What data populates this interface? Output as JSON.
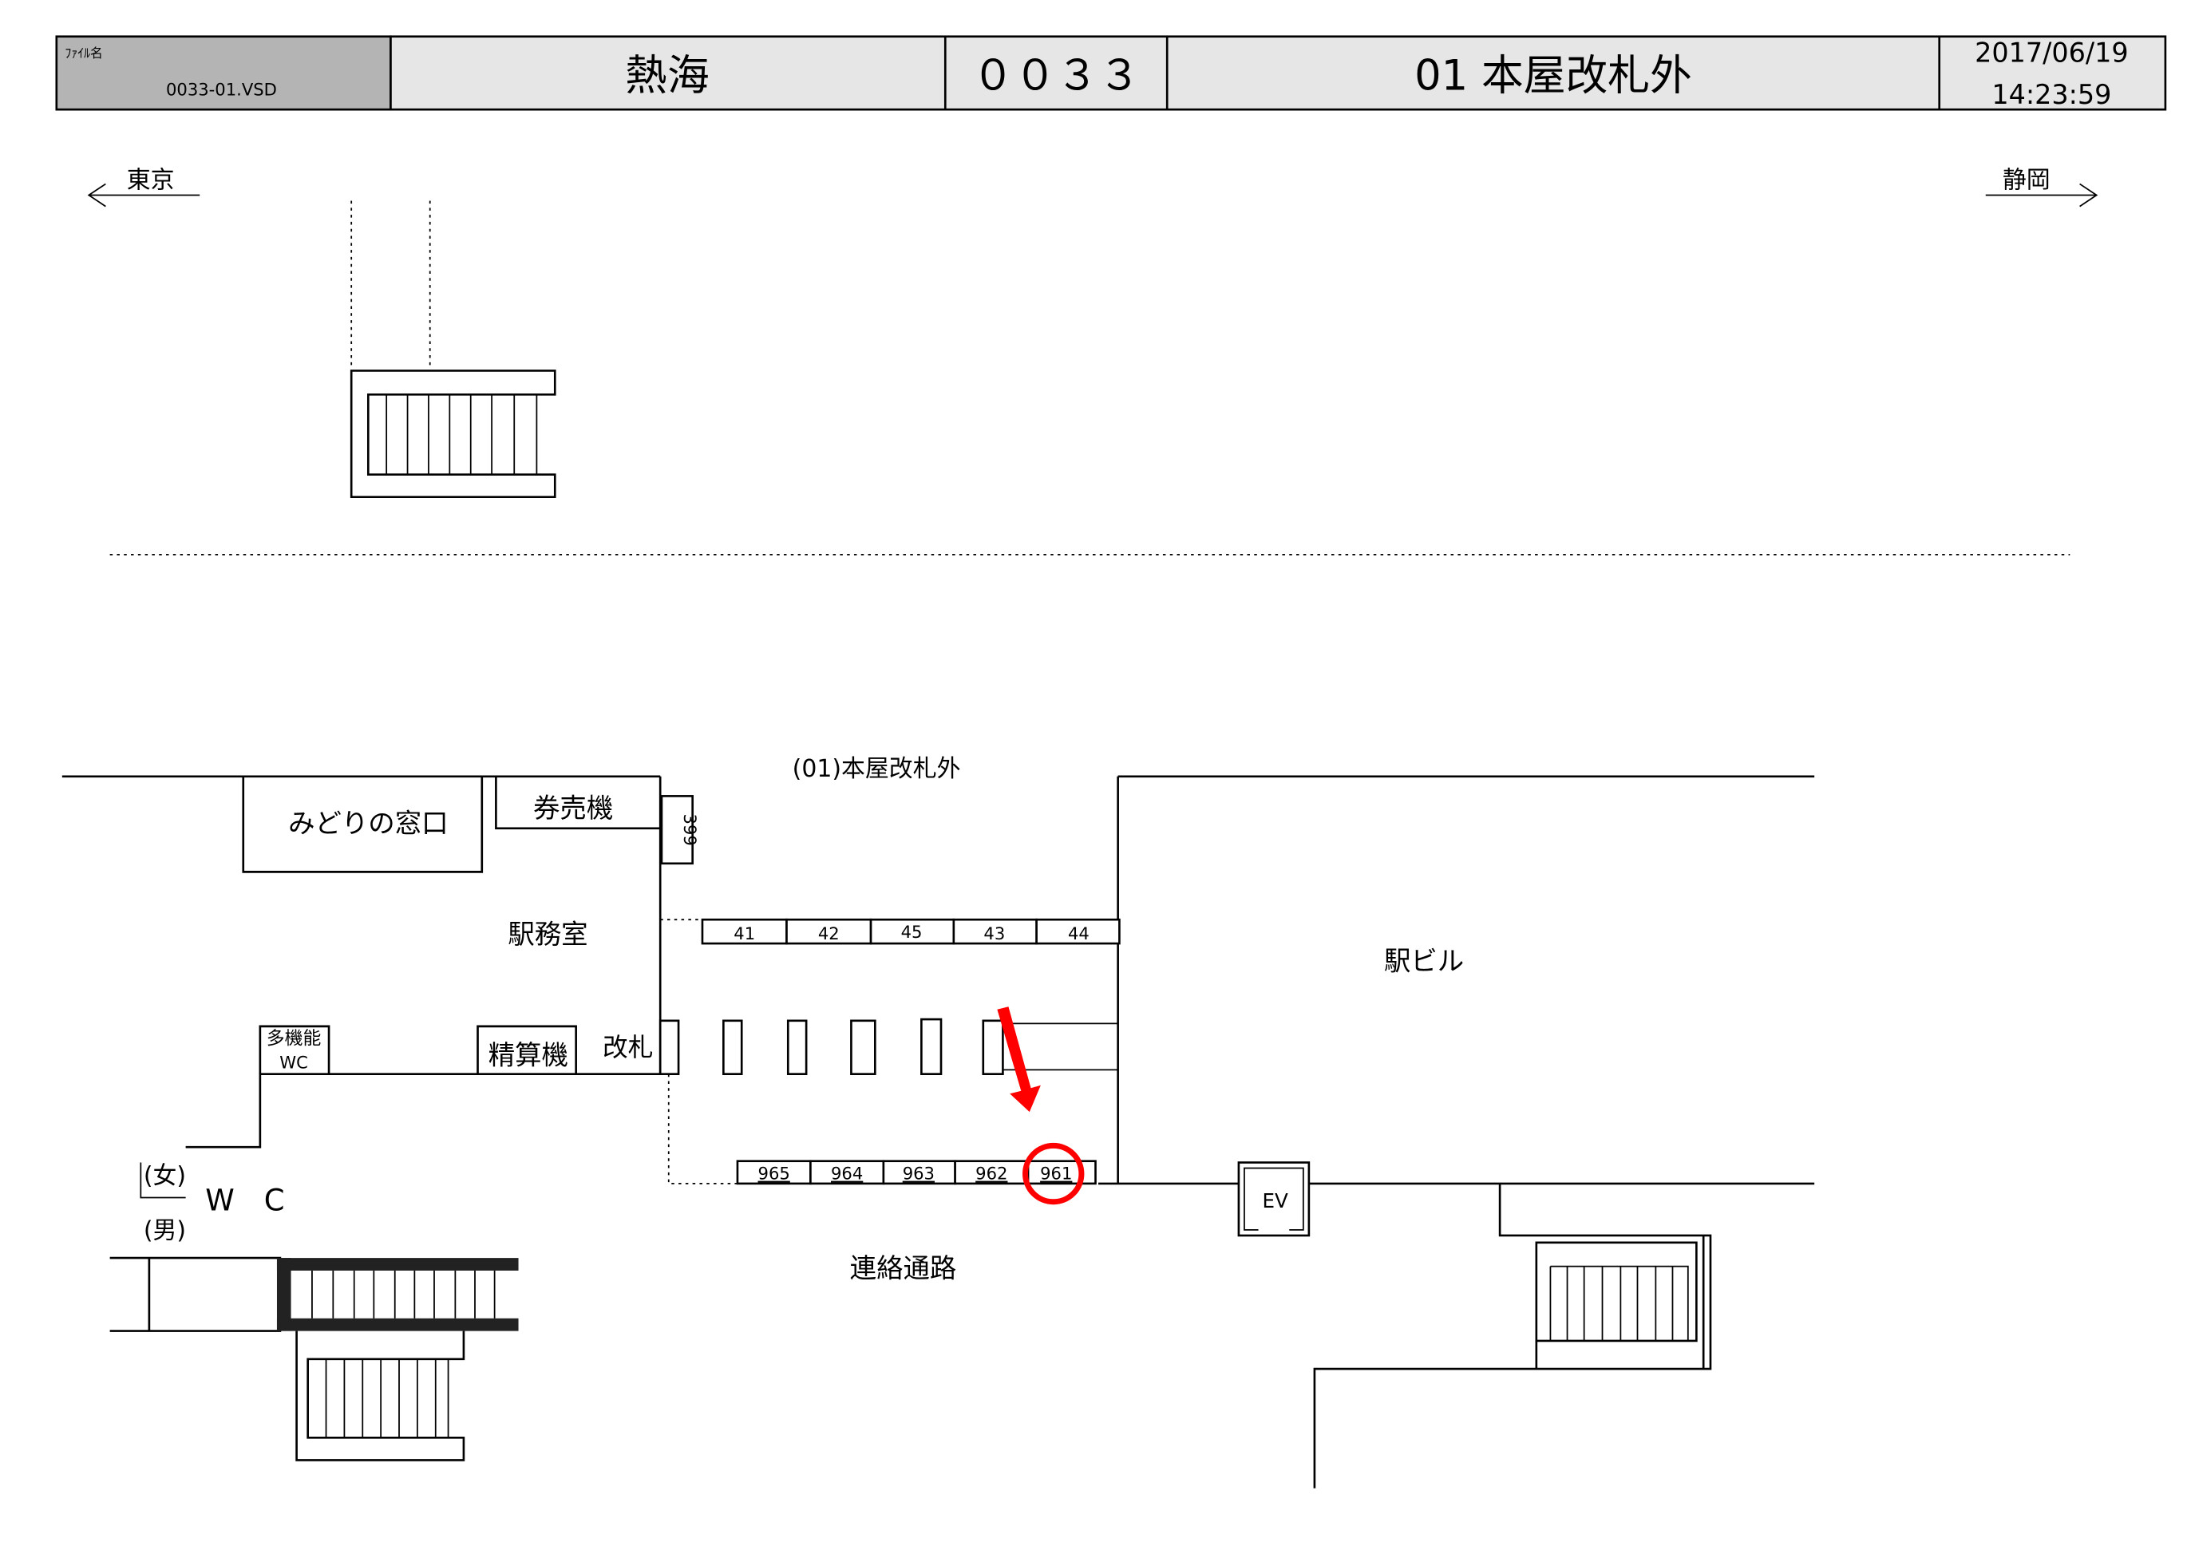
{
  "header": {
    "file_label": "ﾌｧｲﾙ名",
    "file_name": "0033-01.VSD",
    "station": "熱海",
    "station_code": "００３３",
    "area_title": "01  本屋改札外",
    "date": "2017/06/19",
    "time": "14:23:59"
  },
  "directions": {
    "left": "東京",
    "right": "静岡"
  },
  "map": {
    "area_label": "(01)本屋改札外",
    "midori": "みどりの窓口",
    "ticket_machines": "券売機",
    "station_office": "駅務室",
    "station_building": "駅ビル",
    "multi_wc_line1": "多機能",
    "multi_wc_line2": "WC",
    "fare_adjust": "精算機",
    "gate": "改札",
    "women": "(女)",
    "men": "(男)",
    "wc": "W　C",
    "passage": "連絡通路",
    "ev": "EV",
    "board_399": "399",
    "top_boards": [
      "41",
      "42",
      "45",
      "43",
      "44"
    ],
    "bottom_boards": [
      "965",
      "964",
      "963",
      "962",
      "961"
    ],
    "highlighted_board": "961",
    "highlight_color": "#ff0000"
  }
}
